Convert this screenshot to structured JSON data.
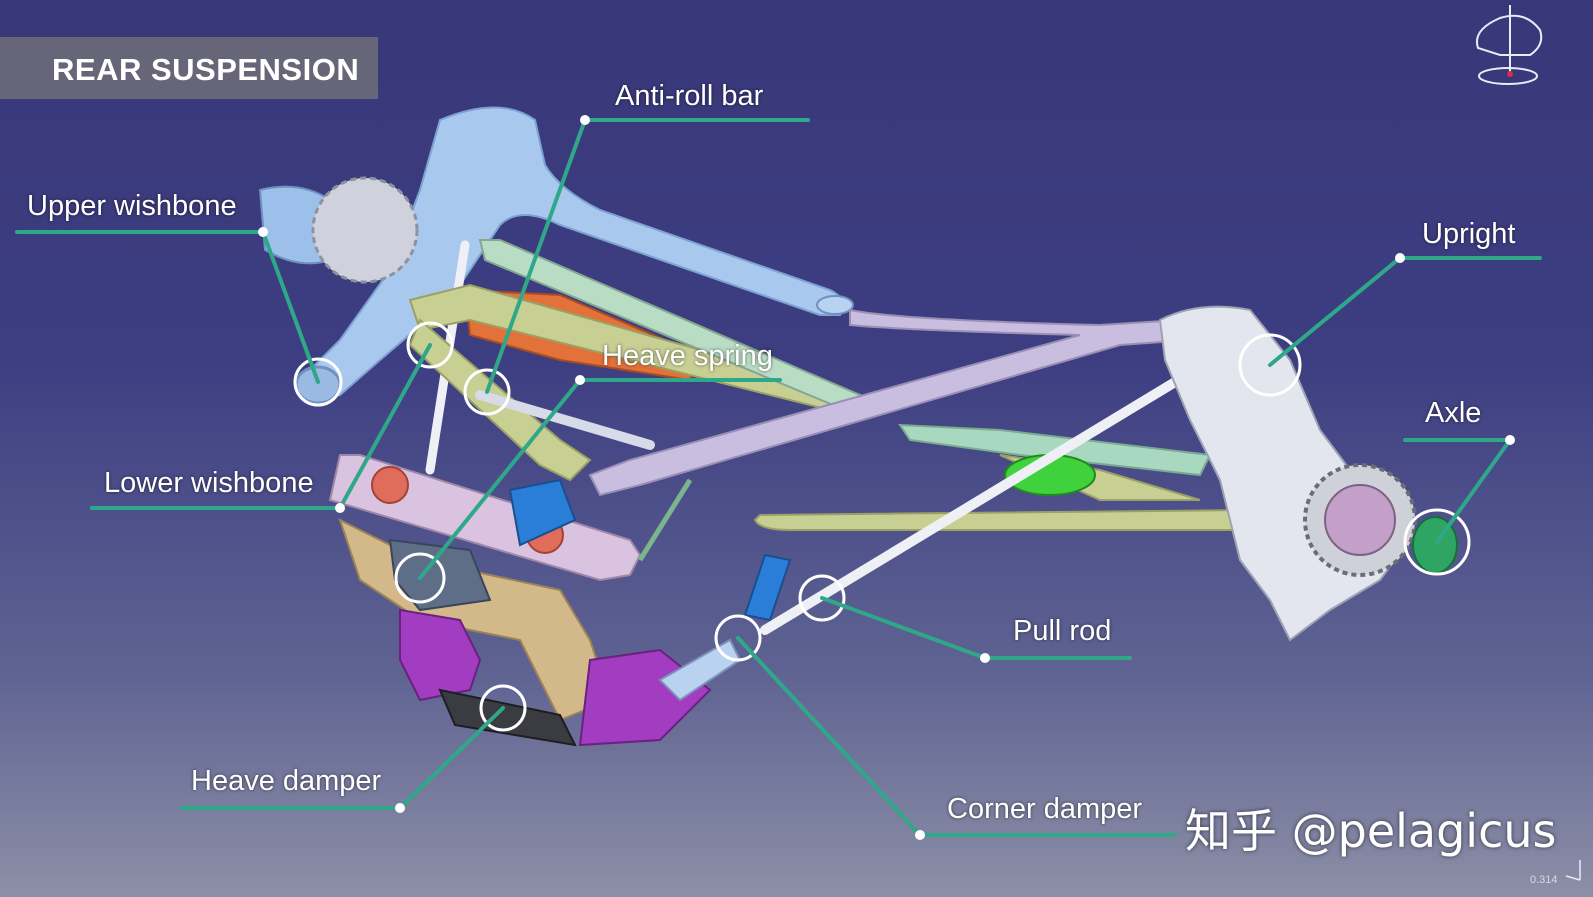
{
  "title": "REAR SUSPENSION",
  "labels": {
    "anti_roll_bar": "Anti-roll bar",
    "upper_wishbone": "Upper wishbone",
    "upright": "Upright",
    "heave_spring": "Heave spring",
    "axle": "Axle",
    "lower_wishbone": "Lower wishbone",
    "pull_rod": "Pull rod",
    "heave_damper": "Heave damper",
    "corner_damper": "Corner damper"
  },
  "watermark": "知乎 @pelagicus",
  "scale_readout": "0.314",
  "colors": {
    "leader_line": "#2fa88a",
    "wishbone_blue": "#a8c8ee",
    "pushrod_lilac": "#c9bedf",
    "lower_arm_olive": "#c8cf93",
    "spring_orange": "#e2713a",
    "spring_green": "#3fd23c",
    "damper_blue": "#2a7ed8",
    "bracket_magenta": "#a23cc0",
    "rocker_pink": "#d9c3e0",
    "upright_grey": "#e3e6ee"
  },
  "icons": [
    "compass-gizmo-icon",
    "axis-triad-icon"
  ]
}
